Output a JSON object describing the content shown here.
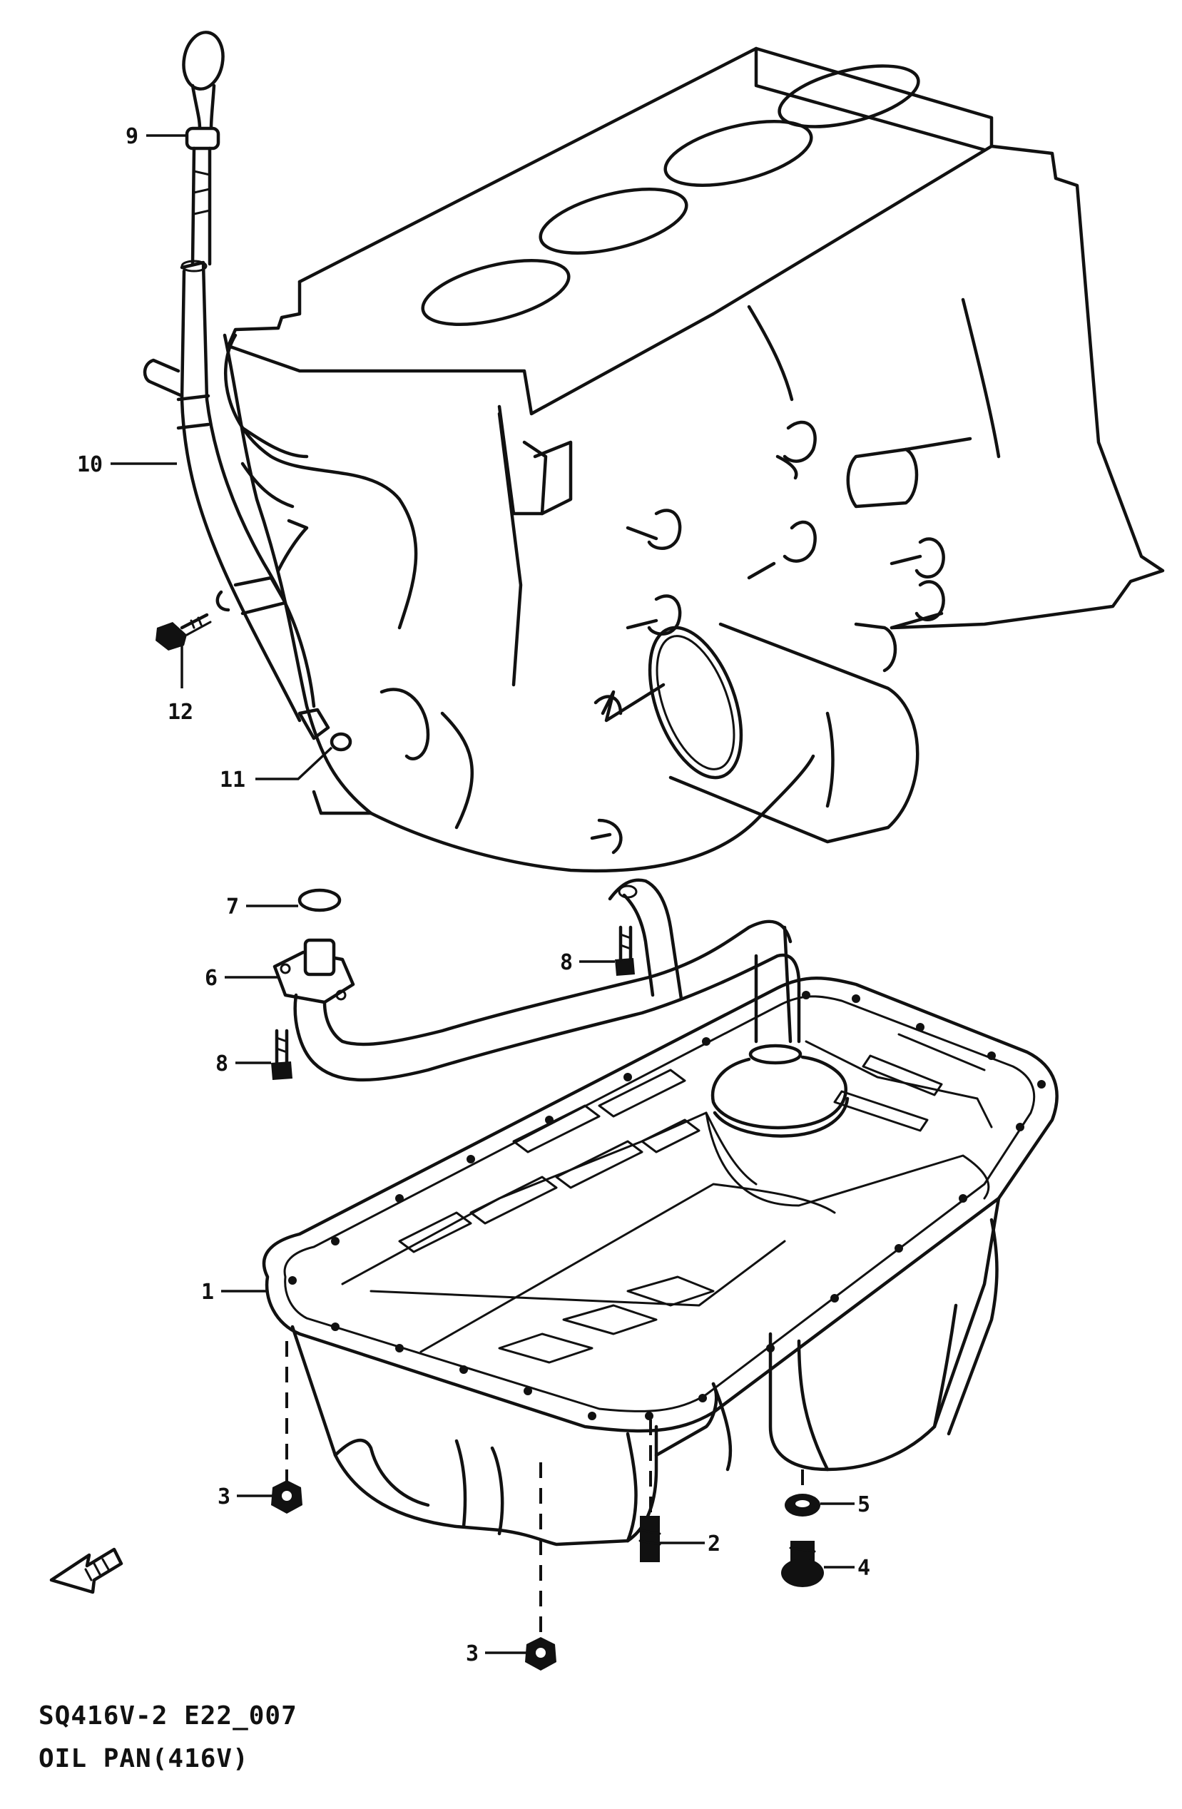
{
  "callouts": [
    {
      "id": "1",
      "label": "1"
    },
    {
      "id": "2",
      "label": "2"
    },
    {
      "id": "3a",
      "label": "3"
    },
    {
      "id": "3b",
      "label": "3"
    },
    {
      "id": "4",
      "label": "4"
    },
    {
      "id": "5",
      "label": "5"
    },
    {
      "id": "6",
      "label": "6"
    },
    {
      "id": "7",
      "label": "7"
    },
    {
      "id": "8a",
      "label": "8"
    },
    {
      "id": "8b",
      "label": "8"
    },
    {
      "id": "9",
      "label": "9"
    },
    {
      "id": "10",
      "label": "10"
    },
    {
      "id": "11",
      "label": "11"
    },
    {
      "id": "12",
      "label": "12"
    }
  ],
  "caption": {
    "code": "SQ416V-2 E22_007",
    "title": "OIL PAN(416V)"
  }
}
